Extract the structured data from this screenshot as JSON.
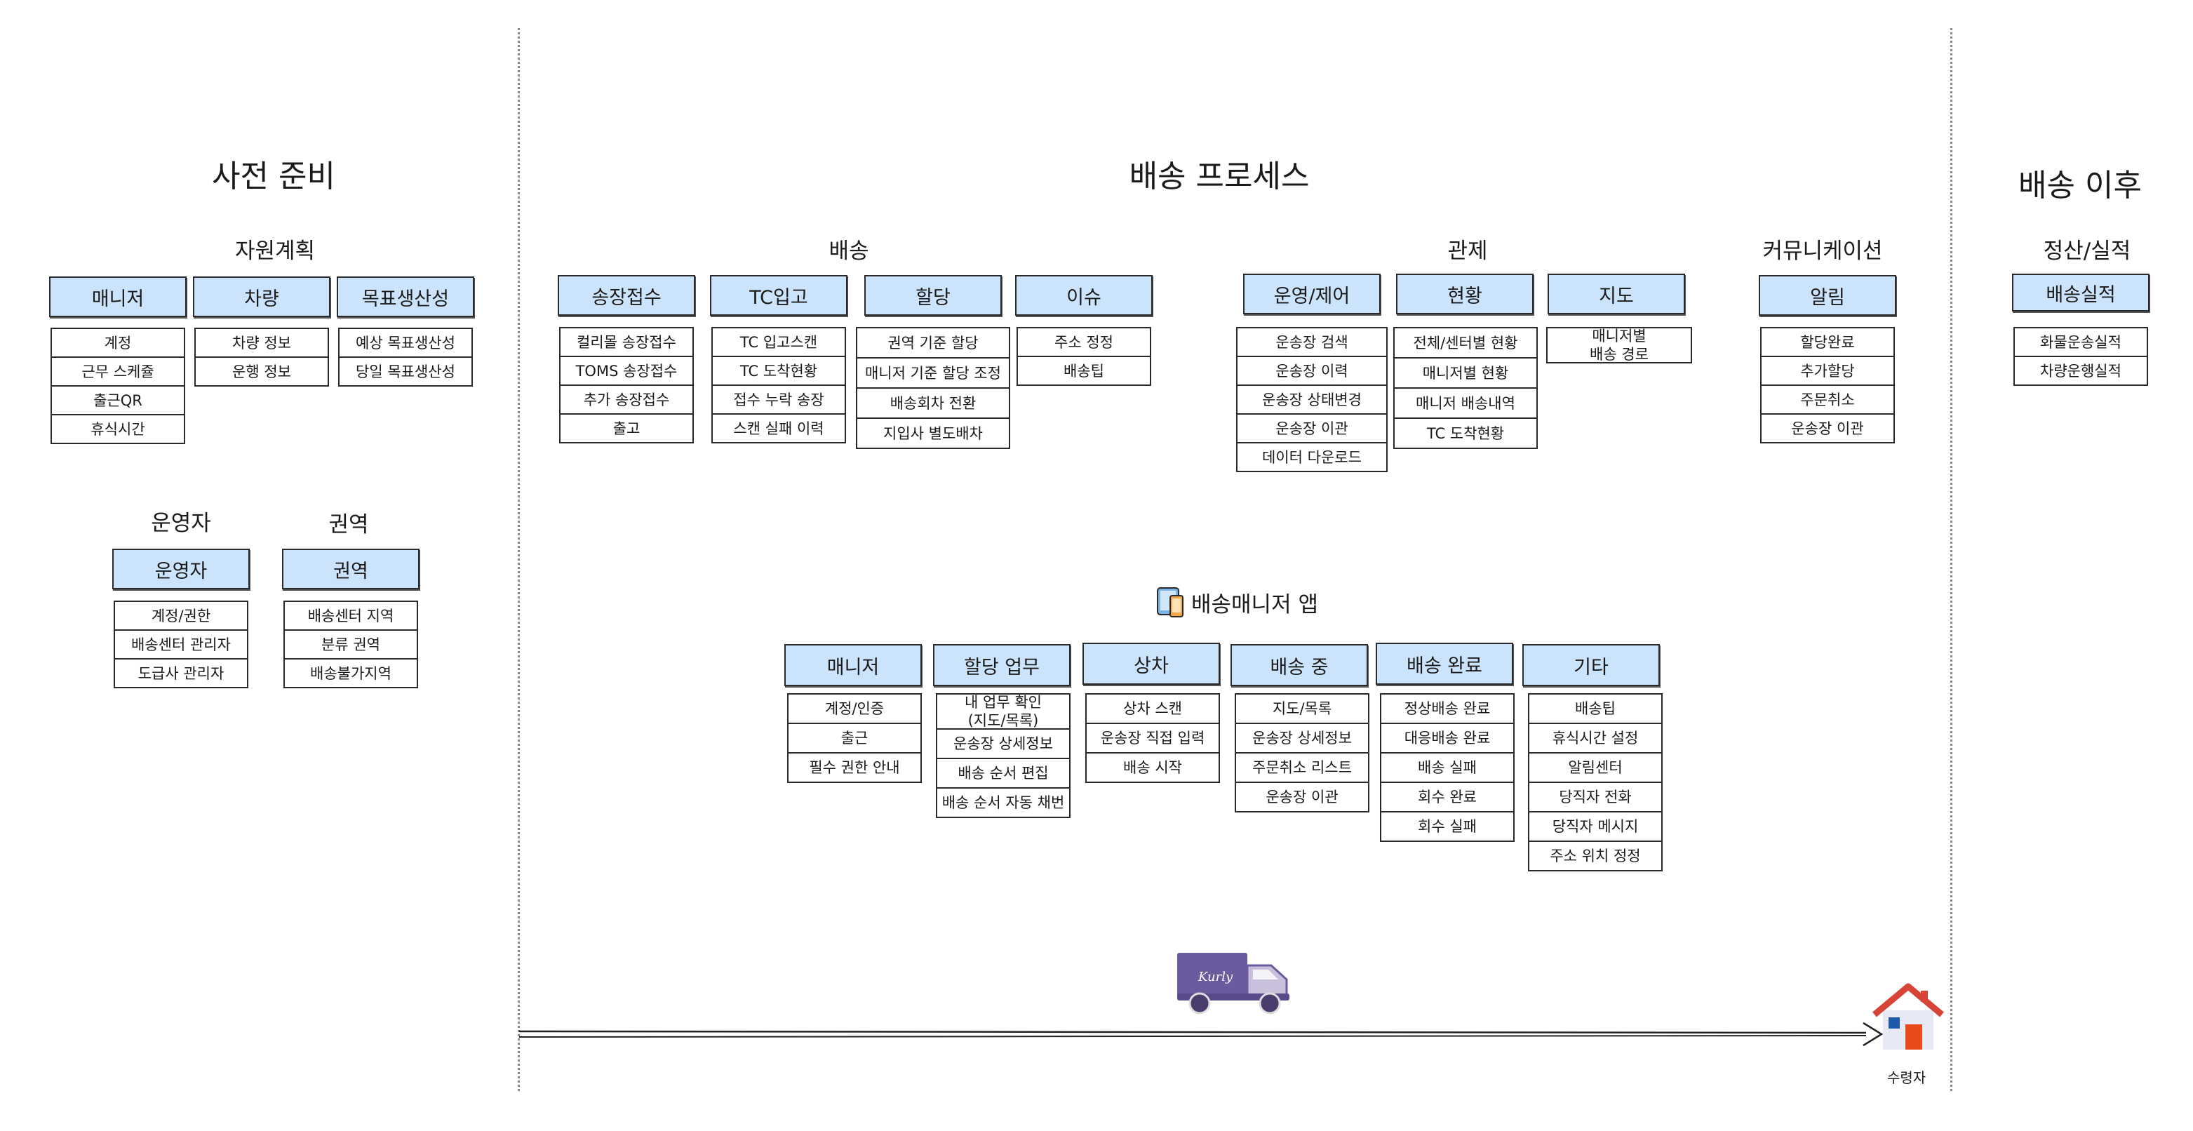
{
  "sections": {
    "prep": "사전 준비",
    "process": "배송 프로세스",
    "after": "배송 이후"
  },
  "groups": {
    "resource": "자원계획",
    "operator": "운영자",
    "region": "권역",
    "delivery": "배송",
    "control": "관제",
    "communication": "커뮤니케이션",
    "settlement": "정산/실적",
    "app": "배송매니저 앱"
  },
  "boxes": {
    "manager": {
      "title": "매니저",
      "items": [
        "계정",
        "근무 스케쥴",
        "출근QR",
        "휴식시간"
      ]
    },
    "vehicle": {
      "title": "차량",
      "items": [
        "차량 정보",
        "운행 정보"
      ]
    },
    "target": {
      "title": "목표생산성",
      "items": [
        "예상 목표생산성",
        "당일 목표생산성"
      ]
    },
    "operator": {
      "title": "운영자",
      "items": [
        "계정/권한",
        "배송센터 관리자",
        "도급사 관리자"
      ]
    },
    "region": {
      "title": "권역",
      "items": [
        "배송센터 지역",
        "분류 권역",
        "배송불가지역"
      ]
    },
    "invoice": {
      "title": "송장접수",
      "items": [
        "컬리몰 송장접수",
        "TOMS 송장접수",
        "추가 송장접수",
        "출고"
      ]
    },
    "tc": {
      "title": "TC입고",
      "items": [
        "TC 입고스캔",
        "TC 도착현황",
        "접수 누락 송장",
        "스캔 실패 이력"
      ]
    },
    "assign": {
      "title": "할당",
      "items": [
        "권역 기준 할당",
        "매니저 기준 할당 조정",
        "배송회차 전환",
        "지입사 별도배차"
      ]
    },
    "issue": {
      "title": "이슈",
      "items": [
        "주소 정정",
        "배송팁"
      ]
    },
    "ops": {
      "title": "운영/제어",
      "items": [
        "운송장 검색",
        "운송장 이력",
        "운송장 상태변경",
        "운송장 이관",
        "데이터 다운로드"
      ]
    },
    "status": {
      "title": "현황",
      "items": [
        "전체/센터별 현황",
        "매니저별 현황",
        "매니저 배송내역",
        "TC 도착현황"
      ]
    },
    "map": {
      "title": "지도",
      "items": [
        "매니저별\n배송 경로"
      ]
    },
    "notify": {
      "title": "알림",
      "items": [
        "할당완료",
        "추가할당",
        "주문취소",
        "운송장 이관"
      ]
    },
    "perf": {
      "title": "배송실적",
      "items": [
        "화물운송실적",
        "차량운행실적"
      ]
    },
    "app_manager": {
      "title": "매니저",
      "items": [
        "계정/인증",
        "출근",
        "필수 권한 안내"
      ]
    },
    "app_assign": {
      "title": "할당 업무",
      "items": [
        "내 업무 확인\n(지도/목록)",
        "운송장 상세정보",
        "배송 순서 편집",
        "배송 순서 자동 채번"
      ]
    },
    "app_loading": {
      "title": "상차",
      "items": [
        "상차 스캔",
        "운송장 직접 입력",
        "배송 시작"
      ]
    },
    "app_delivering": {
      "title": "배송 중",
      "items": [
        "지도/목록",
        "운송장 상세정보",
        "주문취소 리스트",
        "운송장 이관"
      ]
    },
    "app_done": {
      "title": "배송 완료",
      "items": [
        "정상배송 완료",
        "대응배송 완료",
        "배송 실패",
        "회수 완료",
        "회수 실패"
      ]
    },
    "app_etc": {
      "title": "기타",
      "items": [
        "배송팁",
        "휴식시간 설정",
        "알림센터",
        "당직자 전화",
        "당직자 메시지",
        "주소 위치 정정"
      ]
    }
  },
  "truck": {
    "brand": "Kurly"
  },
  "recipient": "수령자",
  "colors": {
    "header_fill": "#cce4fb",
    "truck": "#6b5a9e",
    "house_roof": "#d64535",
    "door": "#e84a1c"
  },
  "icons": [
    "phone-tablet-icon",
    "truck-icon",
    "house-icon",
    "arrow-right-icon"
  ]
}
